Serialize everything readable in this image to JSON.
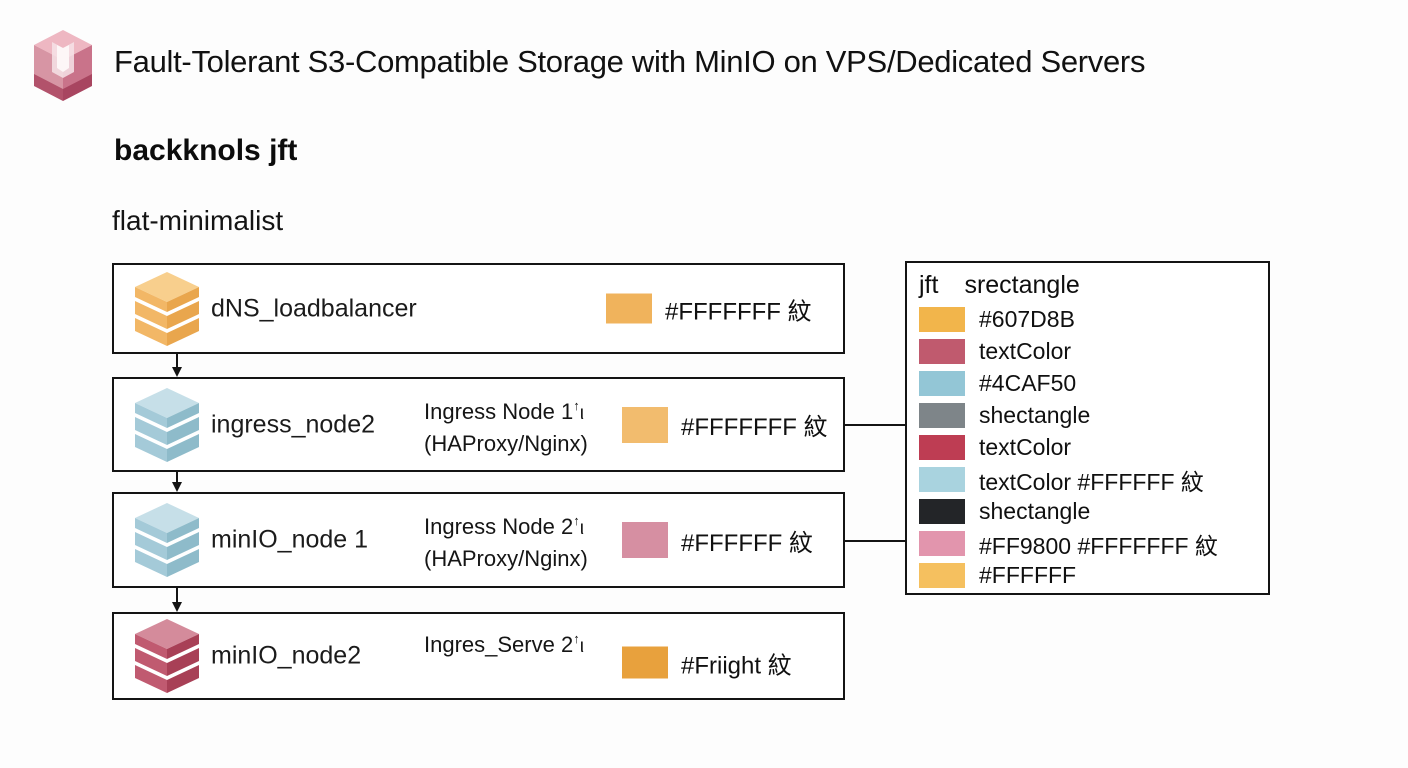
{
  "header": {
    "title": "Fault-Tolerant S3-Compatible Storage with MinIO on VPS/Dedicated Servers",
    "subtitle": "backknols jft",
    "style_label": "flat-minimalist"
  },
  "nodes": [
    {
      "name": "dNS_loadbalancer",
      "swatch_color": "#F0B35C",
      "hex_label": "#FFFFFFF 紋"
    },
    {
      "name": "ingress_node2",
      "center1": {
        "prefix": "Ingress Node 1",
        "sup": "↑",
        "suffix": "ι"
      },
      "center2": "(HAProxy/Nginx)",
      "swatch_color": "#F2BC6E",
      "hex_label": "#FFFFFFF 紋"
    },
    {
      "name": "minIO_node 1",
      "center1": {
        "prefix": "Ingress Node 2",
        "sup": "↑",
        "suffix": "ι"
      },
      "center2": "(HAProxy/Nginx)",
      "swatch_color": "#D68FA2",
      "hex_label": "#FFFFFF 紋"
    },
    {
      "name": "minIO_node2",
      "center1": {
        "prefix": "Ingres_Serve 2",
        "sup": "↑",
        "suffix": "ι"
      },
      "center2": "",
      "swatch_color": "#E8A13D",
      "hex_label": "#Friight 紋"
    }
  ],
  "legend": {
    "header_left": "jft",
    "header_right": "srectangle",
    "rows": [
      {
        "color": "#F2B54B",
        "label": "#607D8B"
      },
      {
        "color": "#C05A6E",
        "label": "textColor"
      },
      {
        "color": "#93C6D6",
        "label": "#4CAF50"
      },
      {
        "color": "#7E8589",
        "label": "shectangle"
      },
      {
        "color": "#BE3D53",
        "label": "textColor"
      },
      {
        "color": "#A9D3DF",
        "label": "textColor #FFFFFF 紋"
      },
      {
        "color": "#232528",
        "label": "shectangle"
      },
      {
        "color": "#E295AD",
        "label": "#FF9800 #FFFFFFF 紋"
      },
      {
        "color": "#F5C05F",
        "label": "#FFFFFF"
      }
    ]
  }
}
